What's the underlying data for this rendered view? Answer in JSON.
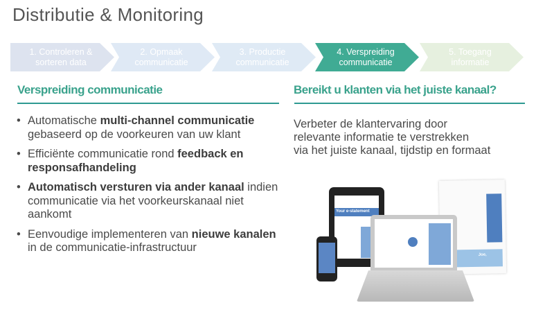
{
  "header": {
    "title": "Distributie & Monitoring"
  },
  "steps": [
    {
      "label": "1. Controleren & sorteren data",
      "color": "#dde3ef"
    },
    {
      "label": "2. Opmaak communicatie",
      "color": "#dfe9f5"
    },
    {
      "label": "3. Productie communicatie",
      "color": "#dfeaf5"
    },
    {
      "label": "4. Verspreiding communicatie",
      "color": "#40ab94",
      "active": true
    },
    {
      "label": "5. Toegang informatie",
      "color": "#e6f0df"
    }
  ],
  "left": {
    "heading": "Verspreiding communicatie",
    "bullets": [
      {
        "p1": "Automatische ",
        "b1": "multi-channel communicatie",
        "p2": " gebaseerd op de voorkeuren van uw klant"
      },
      {
        "p1": "Efficiënte communicatie rond ",
        "b1": "feedback en responsafhandeling",
        "p2": ""
      },
      {
        "p1": "",
        "b1": "Automatisch versturen via ander kanaal",
        "p2": " indien communicatie via het voorkeurskanaal niet aankomt"
      },
      {
        "p1": "Eenvoudige implementeren van ",
        "b1": "nieuwe kanalen",
        "p2": " in de communicatie-infrastructuur"
      }
    ]
  },
  "right": {
    "heading": "Bereikt u klanten via het juiste kanaal?",
    "text_lines": [
      "Verbeter de klantervaring door",
      "relevante informatie te verstrekken",
      "via het juiste kanaal, tijdstip en formaat"
    ]
  },
  "illustration": {
    "tablet_text": "Your e-statement",
    "banner_text": "Joe,"
  },
  "colors": {
    "accent": "#3aa28c",
    "rule": "#2e9a92"
  }
}
